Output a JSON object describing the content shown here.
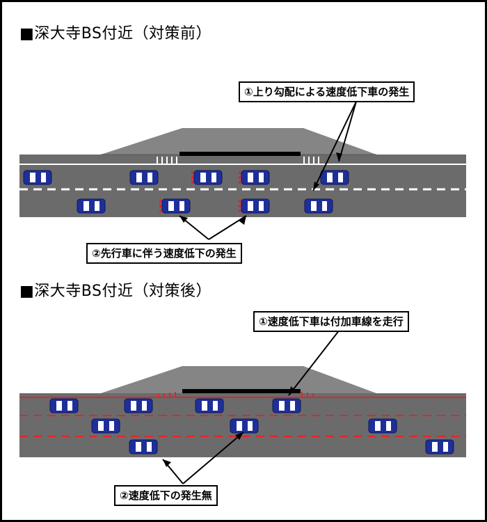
{
  "before": {
    "title": "■深大寺BS付近（対策前）",
    "callout1": "①上り勾配による速度低下車の発生",
    "callout2": "②先行車に伴う速度低下の発生"
  },
  "after": {
    "title": "■深大寺BS付近（対策後）",
    "callout1": "①速度低下車は付加車線を走行",
    "callout2": "②速度低下の発生無"
  },
  "colors": {
    "road": "#6b6b6b",
    "hill": "#858585",
    "car_blue": "#1e2f99",
    "brake_red": "#e0252a",
    "lane_line_before": "#ffffff",
    "lane_line_after": "#e0252a"
  },
  "icons": {
    "car": "car-icon",
    "brake_lights": "brake-light-icon"
  }
}
